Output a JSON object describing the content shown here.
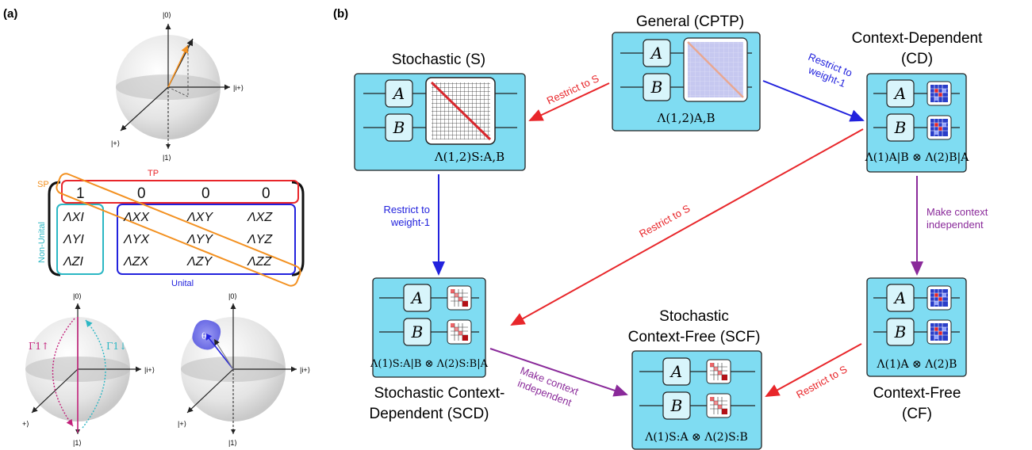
{
  "panel_a": {
    "label": "(a)",
    "top_sphere": {
      "axis_0": "|0⟩",
      "axis_1": "|1⟩",
      "axis_iplus": "|i+⟩",
      "axis_plus": "|+⟩"
    },
    "matrix": {
      "tp_label": "TP",
      "sp_label": "SP",
      "nonunital_label": "Non-Unital",
      "unital_label": "Unital",
      "row0": [
        "1",
        "0",
        "0",
        "0"
      ],
      "col0": [
        "ΛXI",
        "ΛYI",
        "ΛZI"
      ],
      "rows": [
        [
          "ΛXX",
          "ΛXY",
          "ΛXZ"
        ],
        [
          "ΛYX",
          "ΛYY",
          "ΛYZ"
        ],
        [
          "ΛZX",
          "ΛZY",
          "ΛZZ"
        ]
      ]
    },
    "bottom_left_sphere": {
      "axis_0": "|0⟩",
      "axis_1": "|1⟩",
      "axis_iplus": "|i+⟩",
      "axis_plus": "+⟩",
      "gamma_up": "Γ1↑",
      "gamma_down": "Γ1↓"
    },
    "bottom_right_sphere": {
      "axis_0": "|0⟩",
      "axis_1": "|1⟩",
      "axis_iplus": "|i+⟩",
      "axis_plus": "|+⟩",
      "theta": "θ"
    }
  },
  "panel_b": {
    "label": "(b)",
    "gates": {
      "a": "A",
      "b": "B"
    },
    "general": {
      "title": "General (CPTP)",
      "formula": "Λ(1,2)A,B"
    },
    "stochastic": {
      "title": "Stochastic (S)",
      "formula": "Λ(1,2)S:A,B"
    },
    "cd": {
      "title_line1": "Context-Dependent",
      "title_line2": "(CD)",
      "formula": "Λ(1)A|B ⊗ Λ(2)B|A"
    },
    "scd": {
      "title_line1": "Stochastic Context-",
      "title_line2": "Dependent (SCD)",
      "formula": "Λ(1)S:A|B ⊗ Λ(2)S:B|A"
    },
    "scf": {
      "title_line1": "Stochastic",
      "title_line2": "Context-Free (SCF)",
      "formula": "Λ(1)S:A ⊗ Λ(2)S:B"
    },
    "cf": {
      "title_line1": "Context-Free",
      "title_line2": "(CF)",
      "formula": "Λ(1)A ⊗ Λ(2)B"
    },
    "arrows": {
      "gen_to_s": "Restrict to S",
      "gen_to_cd_1": "Restrict to",
      "gen_to_cd_2": "weight-1",
      "s_to_scd_1": "Restrict to",
      "s_to_scd_2": "weight-1",
      "cd_to_scd": "Restrict to S",
      "cd_to_cf_1": "Make context",
      "cd_to_cf_2": "independent",
      "scd_to_scf_1": "Make context",
      "scd_to_scf_2": "independent",
      "cf_to_scf": "Restrict to S"
    },
    "colors": {
      "box_fill": "#7fdcf2",
      "red": "#e8262a",
      "blue": "#2222dd",
      "purple": "#8a2a9a",
      "orange": "#f39121",
      "teal": "#2bb7c4"
    }
  }
}
